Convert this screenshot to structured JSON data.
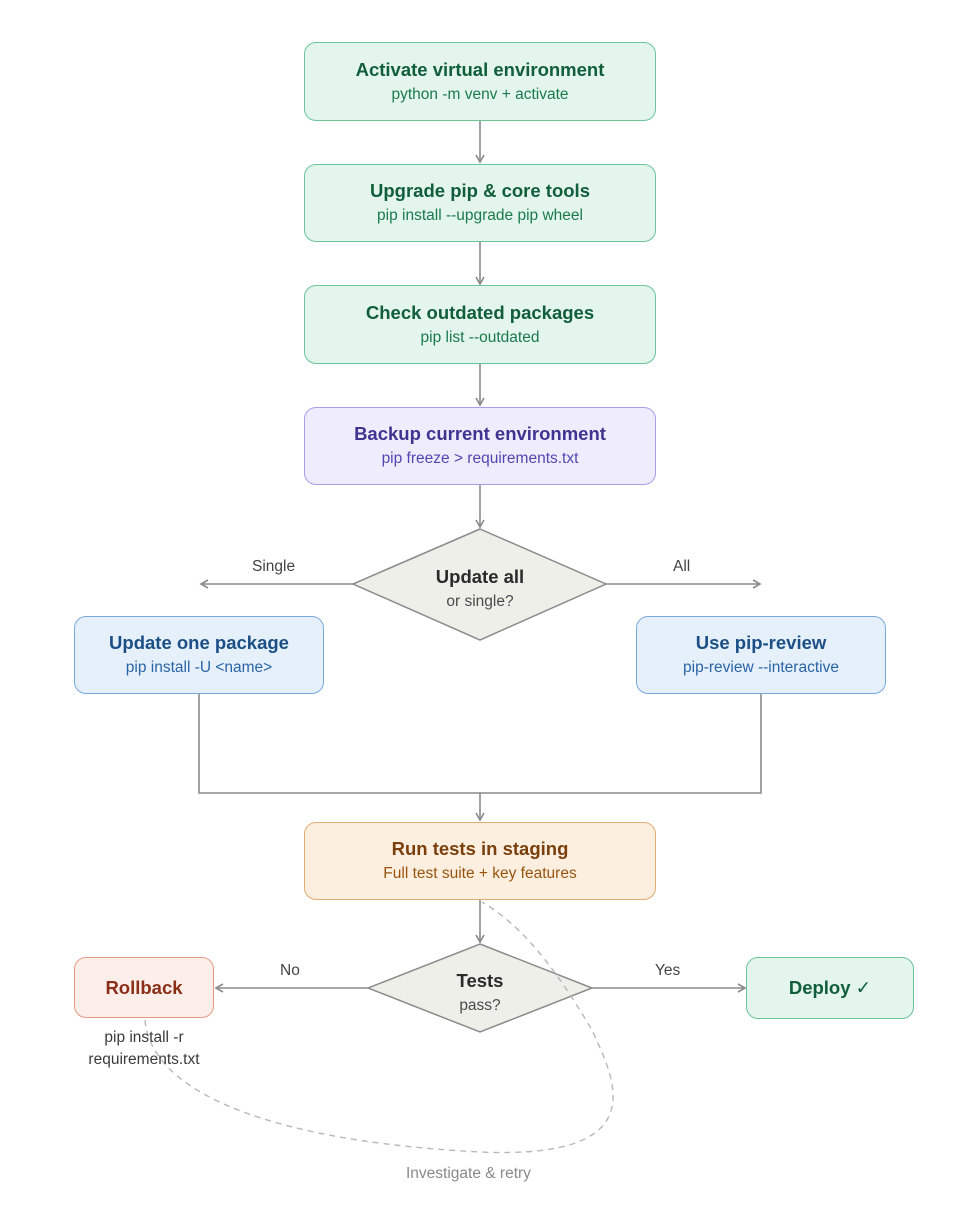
{
  "nodes": {
    "activate": {
      "title": "Activate virtual environment",
      "sub": "python -m venv + activate"
    },
    "upgrade": {
      "title": "Upgrade pip & core tools",
      "sub": "pip install --upgrade pip wheel"
    },
    "check": {
      "title": "Check outdated packages",
      "sub": "pip list --outdated"
    },
    "backup": {
      "title": "Backup current environment",
      "sub": "pip freeze > requirements.txt"
    },
    "decision1": {
      "title": "Update all",
      "sub": "or single?"
    },
    "single": {
      "title": "Update one package",
      "sub": "pip install -U <name>"
    },
    "all": {
      "title": "Use pip-review",
      "sub": "pip-review --interactive"
    },
    "tests": {
      "title": "Run tests in staging",
      "sub": "Full test suite + key features"
    },
    "decision2": {
      "title": "Tests",
      "sub": "pass?"
    },
    "rollback": {
      "title": "Rollback",
      "note_line1": "pip install -r",
      "note_line2": "requirements.txt"
    },
    "deploy": {
      "title": "Deploy ✓"
    }
  },
  "edge_labels": {
    "single": "Single",
    "all": "All",
    "no": "No",
    "yes": "Yes",
    "retry": "Investigate & retry"
  },
  "colors": {
    "green": "#6cc49a",
    "purple": "#a59ee6",
    "blue": "#7aa8dc",
    "orange": "#e0ad72",
    "red": "#e49a84",
    "decision": "#efefea",
    "edge": "#8a8a8a"
  }
}
